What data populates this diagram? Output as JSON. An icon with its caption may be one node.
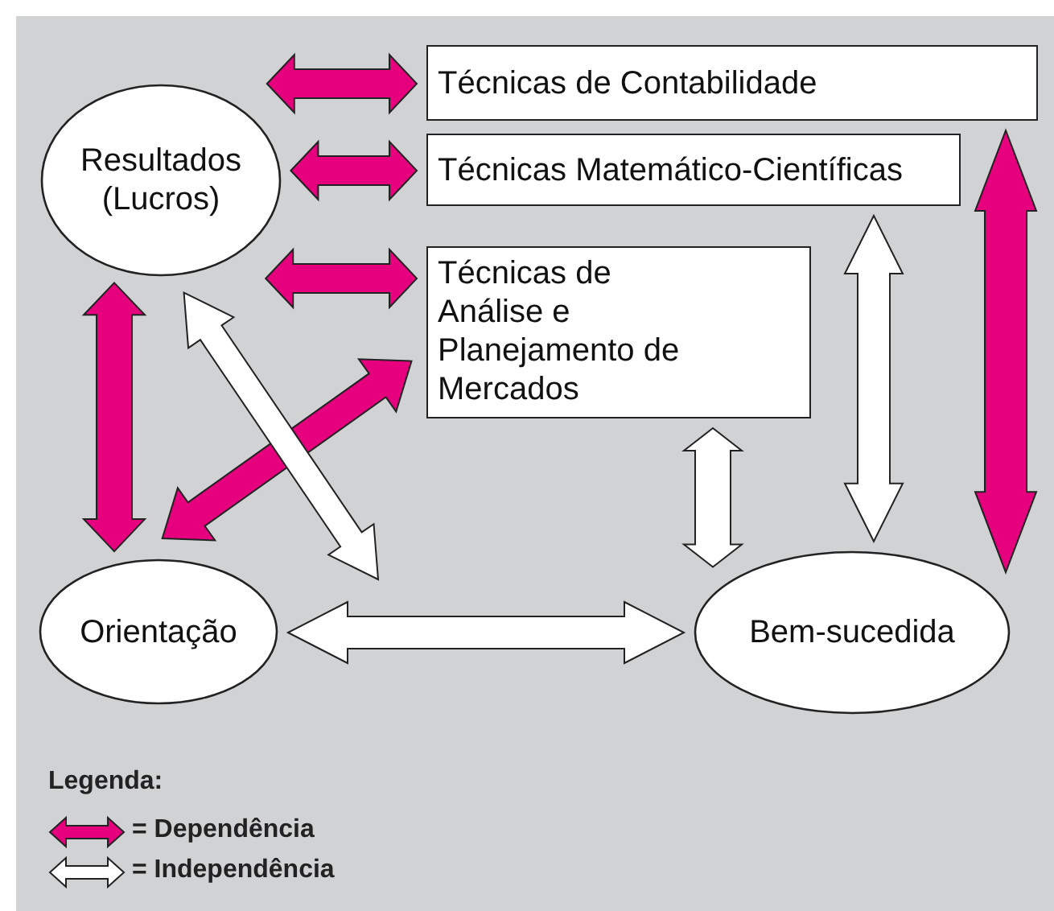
{
  "diagram": {
    "nodes": [
      {
        "text": [
          "Resultados (Lucros)"
        ]
      },
      {
        "text": [
          "Técnicas de Contabilidade"
        ]
      },
      {
        "text": [
          "Técnicas Matemático-Científicas"
        ]
      },
      {
        "text": [
          "Técnicas de Análise e Planejamento de Mercados"
        ]
      },
      {
        "text": [
          "Orientação"
        ]
      },
      {
        "text": [
          "Bem-sucedida"
        ]
      }
    ],
    "edges": [
      {
        "from": 0,
        "to": 1,
        "arrow": "both",
        "style": "thick"
      },
      {
        "from": 0,
        "to": 2,
        "arrow": "both",
        "style": "thick"
      },
      {
        "from": 0,
        "to": 3,
        "arrow": "both",
        "style": "thick"
      },
      {
        "from": 0,
        "to": 4,
        "arrow": "both",
        "style": "thick"
      },
      {
        "from": 4,
        "to": 3,
        "arrow": "both",
        "style": "thick"
      },
      {
        "from": 1,
        "to": 5,
        "arrow": "both",
        "style": "thick"
      },
      {
        "from": 0,
        "to": null,
        "arrow": "both",
        "style": "thick",
        "color": "#ffffff"
      },
      {
        "from": 4,
        "to": 5,
        "arrow": "both",
        "style": "thick",
        "color": "#ffffff"
      },
      {
        "from": 3,
        "to": 5,
        "arrow": "both",
        "style": "thick",
        "color": "#ffffff"
      },
      {
        "from": 2,
        "to": 5,
        "arrow": "both",
        "style": "thick",
        "color": "#ffffff"
      }
    ],
    "labels": [
      "Legenda:"
    ],
    "legend": [
      {
        "text": "= Dependência",
        "color": "#e6007e"
      },
      {
        "text": "= Independência",
        "color": "#ffffff"
      }
    ]
  }
}
